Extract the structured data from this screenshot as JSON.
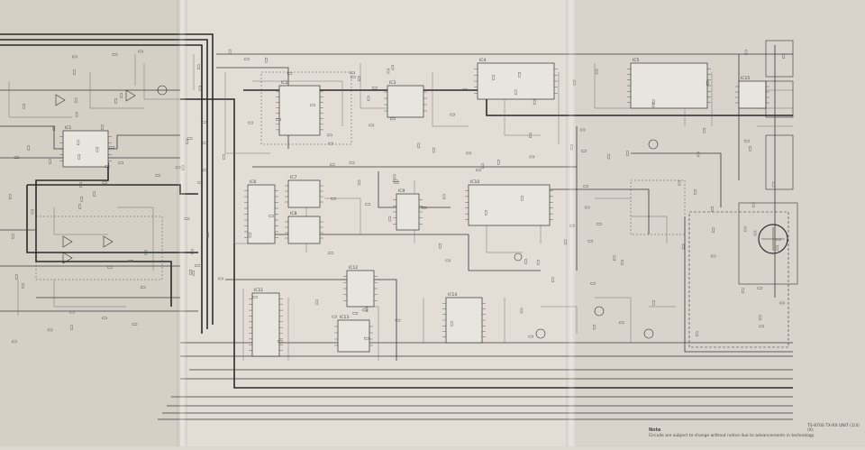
{
  "title_block": {
    "model_line": "TS-870S TX-RX UNIT (1/3) (X)",
    "note_heading": "Note",
    "note_text": "Circuits are subject to change without notice due to advancements in technology."
  },
  "ic_labels": [
    "IC1",
    "IC2",
    "IC3",
    "IC4",
    "IC5",
    "IC6",
    "IC7",
    "IC8",
    "IC9",
    "IC10",
    "IC11",
    "IC12",
    "IC13",
    "IC14",
    "IC15"
  ],
  "colors": {
    "paper": "#dcd8cf",
    "trace": "#2a2a2a",
    "thin_trace": "#6a6a6a"
  }
}
